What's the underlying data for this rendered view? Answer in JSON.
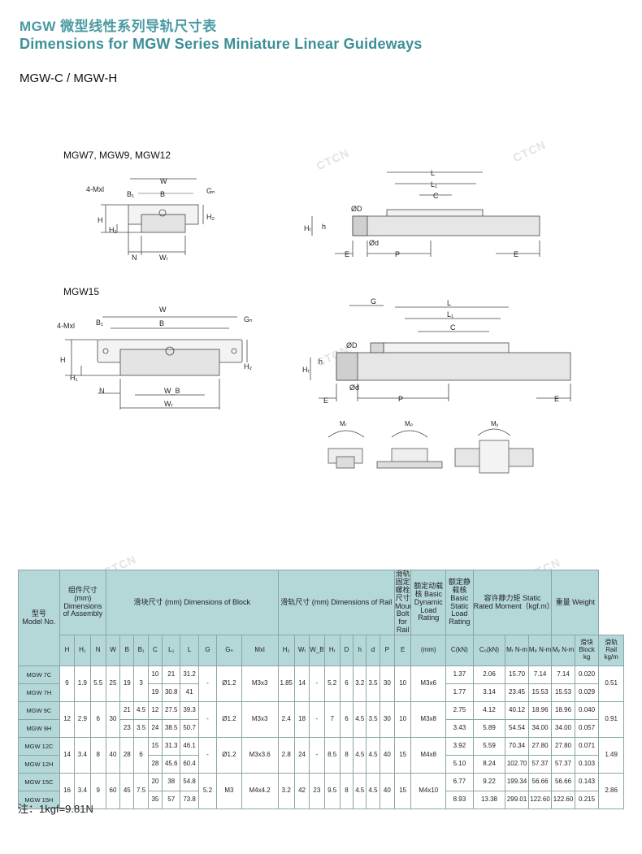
{
  "header": {
    "title_cn": "MGW 微型线性系列导轨尺寸表",
    "title_en": "Dimensions for MGW Series Miniature Linear Guideways",
    "subtitle": "MGW-C / MGW-H"
  },
  "watermark": "CTCN",
  "drawings": {
    "group1_title": "MGW7, MGW9, MGW12",
    "group2_title": "MGW15",
    "labels": {
      "W": "W",
      "B": "B",
      "B1": "B₁",
      "Gn": "Gₙ",
      "mxl": "4-Mxl",
      "H": "H",
      "H1": "H₁",
      "H2": "H₂",
      "N": "N",
      "WR": "Wᵣ",
      "WB": "W_B",
      "L": "L",
      "L1": "L₁",
      "C": "C",
      "D": "ØD",
      "d": "Ød",
      "h": "h",
      "HR": "Hᵣ",
      "E": "E",
      "P": "P",
      "G": "G"
    },
    "moments": {
      "mr": "Mᵣ",
      "mp": "Mₚ",
      "my": "Mᵧ"
    }
  },
  "table": {
    "head": {
      "model_cn": "型号",
      "model_en": "Model No.",
      "assembly": "组件尺寸 (mm) Dimensions of Assembly",
      "block": "滑块尺寸 (mm) Dimensions of Block",
      "rail": "滑轨尺寸 (mm) Dimensions of Rail",
      "bolt": "滑轨固定螺栓尺寸 Mounting Bolt for Rail",
      "dyn": "额定动载核 Basic Dynamic Load Rating",
      "stat": "额定静载核 Basic Static Load Rating",
      "moment": "容许静力矩 Static Rated Moment（kgf.m）",
      "weight": "重量 Weight",
      "cols": [
        "H",
        "H₁",
        "N",
        "W",
        "B",
        "B₁",
        "C",
        "L₁",
        "L",
        "G",
        "Gₙ",
        "Mxl",
        "H₂",
        "Wᵣ",
        "W_B",
        "Hᵣ",
        "D",
        "h",
        "d",
        "P",
        "E",
        "(mm)",
        "C(kN)",
        "C₀(kN)",
        "Mᵣ N-m",
        "Mₚ N-m",
        "Mᵧ N-m",
        "滑块 Block kg",
        "滑轨 Rail kg/m"
      ]
    },
    "groups": [
      {
        "shared": [
          "9",
          "1.9",
          "5.5",
          "25",
          "19",
          "3"
        ],
        "G": "-",
        "Gn": "Ø1.2",
        "Mxl": "M3x3",
        "H2": "1.85",
        "rail": [
          "14",
          "-",
          "5.2",
          "6",
          "3.2",
          "3.5",
          "30",
          "10"
        ],
        "bolt": "M3x6",
        "rail_kg": "0.51",
        "rows": [
          {
            "model": "MGW 7C",
            "C": "10",
            "L1": "21",
            "L": "31.2",
            "dyn": "1.37",
            "stat": "2.06",
            "mr": "15.70",
            "mp": "7.14",
            "my": "7.14",
            "kg": "0.020"
          },
          {
            "model": "MGW 7H",
            "C": "19",
            "L1": "30.8",
            "L": "41",
            "dyn": "1.77",
            "stat": "3.14",
            "mr": "23.45",
            "mp": "15.53",
            "my": "15.53",
            "kg": "0.029"
          }
        ]
      },
      {
        "shared": [
          "12",
          "2.9",
          "6",
          "30"
        ],
        "G": "-",
        "Gn": "Ø1.2",
        "Mxl": "M3x3",
        "H2": "2.4",
        "rail": [
          "18",
          "-",
          "7",
          "6",
          "4.5",
          "3.5",
          "30",
          "10"
        ],
        "bolt": "M3x8",
        "rail_kg": "0.91",
        "rows": [
          {
            "model": "MGW 9C",
            "B": "21",
            "B1": "4.5",
            "C": "12",
            "L1": "27.5",
            "L": "39.3",
            "dyn": "2.75",
            "stat": "4.12",
            "mr": "40.12",
            "mp": "18.96",
            "my": "18.96",
            "kg": "0.040"
          },
          {
            "model": "MGW 9H",
            "B": "23",
            "B1": "3.5",
            "C": "24",
            "L1": "38.5",
            "L": "50.7",
            "dyn": "3.43",
            "stat": "5.89",
            "mr": "54.54",
            "mp": "34.00",
            "my": "34.00",
            "kg": "0.057"
          }
        ]
      },
      {
        "shared": [
          "14",
          "3.4",
          "8",
          "40",
          "28",
          "6"
        ],
        "G": "-",
        "Gn": "Ø1.2",
        "Mxl": "M3x3.6",
        "H2": "2.8",
        "rail": [
          "24",
          "-",
          "8.5",
          "8",
          "4.5",
          "4.5",
          "40",
          "15"
        ],
        "bolt": "M4x8",
        "rail_kg": "1.49",
        "rows": [
          {
            "model": "MGW 12C",
            "C": "15",
            "L1": "31.3",
            "L": "46.1",
            "dyn": "3.92",
            "stat": "5.59",
            "mr": "70.34",
            "mp": "27.80",
            "my": "27.80",
            "kg": "0.071"
          },
          {
            "model": "MGW 12H",
            "C": "28",
            "L1": "45.6",
            "L": "60.4",
            "dyn": "5.10",
            "stat": "8.24",
            "mr": "102.70",
            "mp": "57.37",
            "my": "57.37",
            "kg": "0.103"
          }
        ]
      },
      {
        "shared": [
          "16",
          "3.4",
          "9",
          "60",
          "45",
          "7.5"
        ],
        "G": "5.2",
        "Gn": "M3",
        "Mxl": "M4x4.2",
        "H2": "3.2",
        "rail": [
          "42",
          "23",
          "9.5",
          "8",
          "4.5",
          "4.5",
          "40",
          "15"
        ],
        "bolt": "M4x10",
        "rail_kg": "2.86",
        "rows": [
          {
            "model": "MGW 15C",
            "C": "20",
            "L1": "38",
            "L": "54.8",
            "dyn": "6.77",
            "stat": "9.22",
            "mr": "199.34",
            "mp": "56.66",
            "my": "56.66",
            "kg": "0.143"
          },
          {
            "model": "MGW 15H",
            "C": "35",
            "L1": "57",
            "L": "73.8",
            "dyn": "8.93",
            "stat": "13.38",
            "mr": "299.01",
            "mp": "122.60",
            "my": "122.60",
            "kg": "0.215"
          }
        ]
      }
    ]
  },
  "footnote": "注：1kgf=9.81N"
}
